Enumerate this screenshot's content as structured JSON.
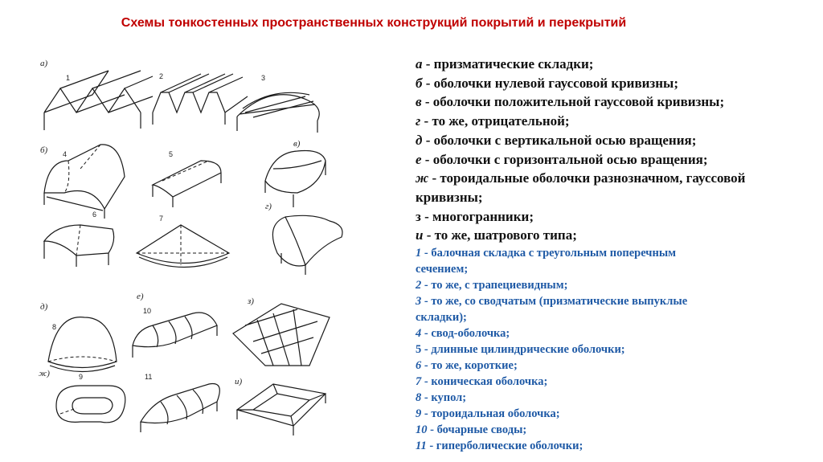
{
  "title": "Схемы тонкостенных пространственных конструкций покрытий и перекрытий",
  "figure": {
    "letters": [
      "а)",
      "б)",
      "в)",
      "г)",
      "д)",
      "е)",
      "з)",
      "ж)",
      "и)"
    ],
    "numbers": [
      "1",
      "2",
      "3",
      "4",
      "5",
      "6",
      "7",
      "8",
      "9",
      "10",
      "11"
    ]
  },
  "legend_black": [
    {
      "key": "а",
      "text": " - призматические складки;"
    },
    {
      "key": "б",
      "text": " - оболочки нулевой гауссовой кривизны;"
    },
    {
      "key": "в",
      "text": " - оболочки положительной гауссовой кривизны;"
    },
    {
      "key": "г",
      "text": " - то же, отрицательной;"
    },
    {
      "key": "д",
      "text": " - оболочки с вертикальной осью вращения;"
    },
    {
      "key": "е",
      "text": " - оболочки с горизонтальной осью вращения;"
    },
    {
      "key": "ж",
      "text": " - тороидальные оболочки разнозначном, гауссовой"
    },
    {
      "key": "",
      "text": "кривизны;"
    },
    {
      "key": "",
      "text": "з - многогранники;"
    },
    {
      "key": "и",
      "text": " - то же, шатрового типа;"
    }
  ],
  "legend_blue": [
    {
      "key": "1",
      "text": " - балочная складка с треугольным поперечным"
    },
    {
      "key": "",
      "text": "сечением;"
    },
    {
      "key": "2",
      "text": " - то же, с трапециевидным;"
    },
    {
      "key": "3",
      "text": " - то же, со сводчатым (призматические выпуклые"
    },
    {
      "key": "",
      "text": "складки);"
    },
    {
      "key": "4",
      "text": " - свод-оболочка;"
    },
    {
      "key": "",
      "text": "5 - длинные цилиндрические оболочки;"
    },
    {
      "key": "6",
      "text": " - то же, короткие;"
    },
    {
      "key": "7",
      "text": " - коническая оболочка;"
    },
    {
      "key": "8",
      "text": " - купол;"
    },
    {
      "key": "9",
      "text": " - тороидальная оболочка;"
    },
    {
      "key": "10",
      "text": " - бочарные своды;"
    },
    {
      "key": "11",
      "text": " - гиперболические оболочки;"
    }
  ]
}
